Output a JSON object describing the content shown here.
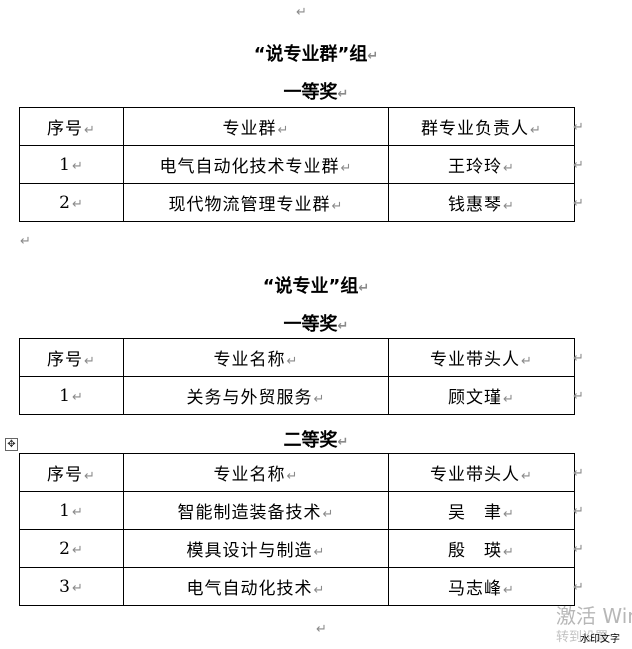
{
  "paragraph_mark": "↵",
  "group1": {
    "title": "“说专业群”组",
    "prize": "一等奖",
    "headers": [
      "序号",
      "专业群",
      "群专业负责人"
    ],
    "rows": [
      [
        "1",
        "电气自动化技术专业群",
        "王玲玲"
      ],
      [
        "2",
        "现代物流管理专业群",
        "钱惠琴"
      ]
    ]
  },
  "group2": {
    "title": "“说专业”组",
    "prize1": {
      "title": "一等奖",
      "headers": [
        "序号",
        "专业名称",
        "专业带头人"
      ],
      "rows": [
        [
          "1",
          "关务与外贸服务",
          "顾文瑾"
        ]
      ]
    },
    "prize2": {
      "title": "二等奖",
      "headers": [
        "序号",
        "专业名称",
        "专业带头人"
      ],
      "rows": [
        [
          "1",
          "智能制造装备技术",
          "吴　聿"
        ],
        [
          "2",
          "模具设计与制造",
          "殷　瑛"
        ],
        [
          "3",
          "电气自动化技术",
          "马志峰"
        ]
      ]
    }
  },
  "overlay": {
    "table_move_icon": "move-handle-icon",
    "activate_text": "激活 Win",
    "activate_sub": "转到设置",
    "watermark_label": "水印文字"
  }
}
